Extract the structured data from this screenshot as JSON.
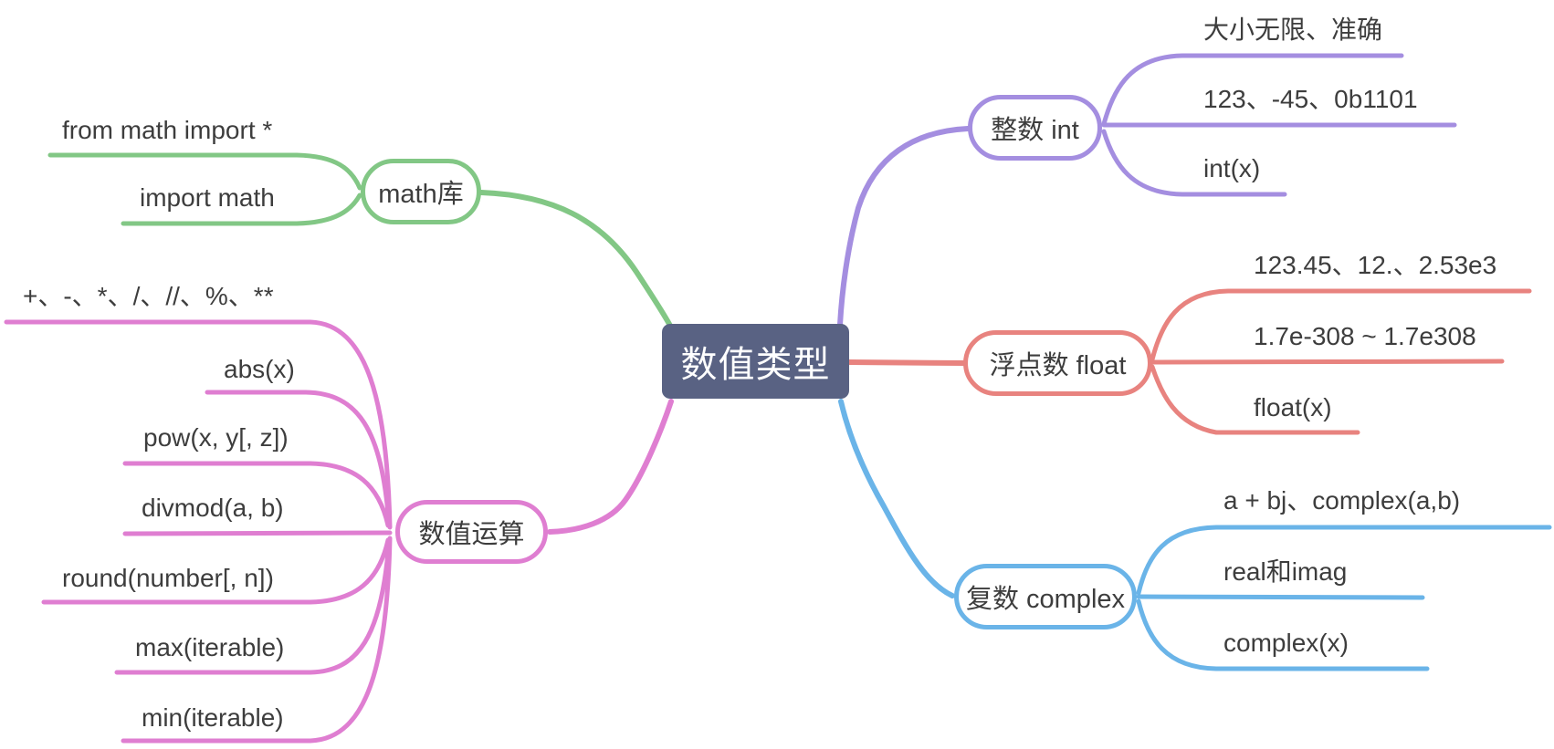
{
  "root": {
    "label": "数值类型",
    "bg_color": "#596283",
    "text_color": "#ffffff"
  },
  "branches": [
    {
      "id": "math-lib",
      "label": "math库",
      "color": "#82c785",
      "side": "left",
      "children": [
        {
          "label": "from math import *"
        },
        {
          "label": "import math"
        }
      ]
    },
    {
      "id": "numeric-ops",
      "label": "数值运算",
      "color": "#df7ed1",
      "side": "left",
      "children": [
        {
          "label": "+、-、*、/、//、%、**"
        },
        {
          "label": "abs(x)"
        },
        {
          "label": "pow(x, y[, z])"
        },
        {
          "label": "divmod(a, b)"
        },
        {
          "label": "round(number[, n])"
        },
        {
          "label": "max(iterable)"
        },
        {
          "label": "min(iterable)"
        }
      ]
    },
    {
      "id": "int",
      "label": "整数 int",
      "color": "#a48ee0",
      "side": "right",
      "children": [
        {
          "label": "大小无限、准确"
        },
        {
          "label": "123、-45、0b1101"
        },
        {
          "label": "int(x)"
        }
      ]
    },
    {
      "id": "float",
      "label": "浮点数 float",
      "color": "#e8837f",
      "side": "right",
      "children": [
        {
          "label": "123.45、12.、2.53e3"
        },
        {
          "label": "1.7e-308 ~ 1.7e308"
        },
        {
          "label": "float(x)"
        }
      ]
    },
    {
      "id": "complex",
      "label": "复数 complex",
      "color": "#6ab4e8",
      "side": "right",
      "children": [
        {
          "label": "a + bj、complex(a,b)"
        },
        {
          "label": "real和imag"
        },
        {
          "label": "complex(x)"
        }
      ]
    }
  ]
}
